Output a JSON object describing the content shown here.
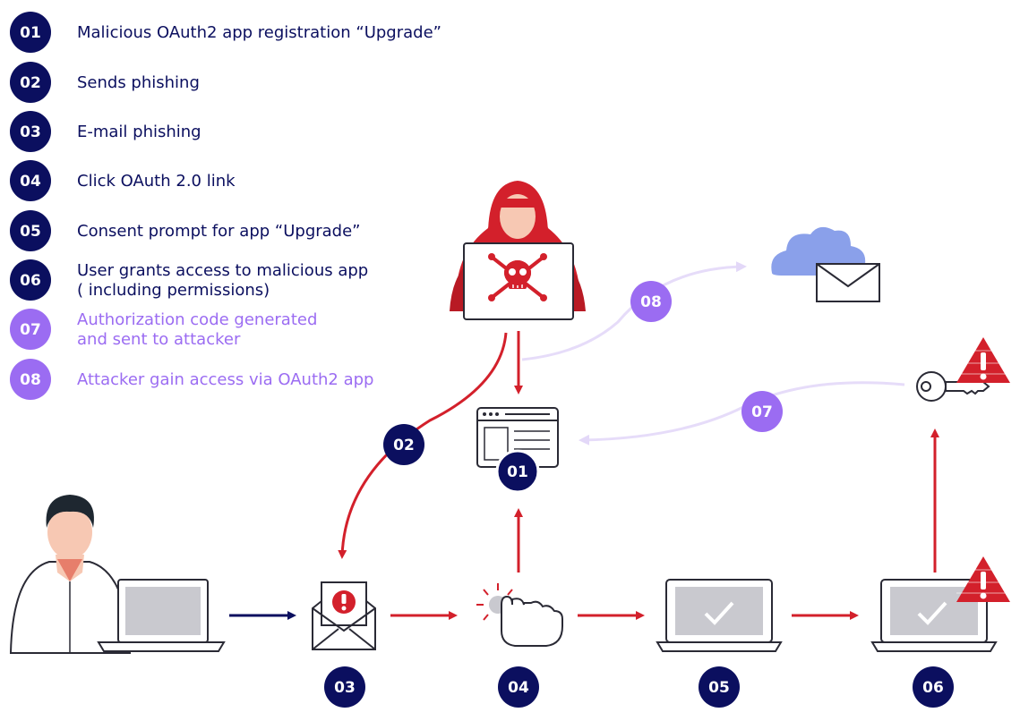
{
  "colors": {
    "navy": "#0b0f5f",
    "purple": "#9b6cf2",
    "purple_light": "#e6dcf9",
    "red": "#d3202b",
    "gray_screen": "#c9c9cf",
    "outline": "#2a2a35"
  },
  "legend": [
    {
      "num": "01",
      "lines": [
        "Malicious OAuth2 app registration “Upgrade”"
      ],
      "tone": "navy"
    },
    {
      "num": "02",
      "lines": [
        "Sends phishing"
      ],
      "tone": "navy"
    },
    {
      "num": "03",
      "lines": [
        "E-mail phishing"
      ],
      "tone": "navy"
    },
    {
      "num": "04",
      "lines": [
        "Click OAuth 2.0 link"
      ],
      "tone": "navy"
    },
    {
      "num": "05",
      "lines": [
        "Consent prompt for app “Upgrade”"
      ],
      "tone": "navy"
    },
    {
      "num": "06",
      "lines": [
        "User grants access to malicious app",
        "( including permissions)"
      ],
      "tone": "navy"
    },
    {
      "num": "07",
      "lines": [
        "Authorization code generated",
        "and sent to attacker"
      ],
      "tone": "purple"
    },
    {
      "num": "08",
      "lines": [
        "Attacker gain access via OAuth2 app"
      ],
      "tone": "purple"
    }
  ],
  "diagram_badges": {
    "app_window": "01",
    "phishing_arrow": "02",
    "email": "03",
    "click": "04",
    "consent": "05",
    "grant": "06",
    "auth_code": "07",
    "access": "08"
  },
  "icons": {
    "user": "user-icon",
    "user_laptop": "laptop-icon",
    "email": "envelope-alert-icon",
    "click": "hand-click-icon",
    "consent_laptop": "laptop-check-icon",
    "grant_laptop": "laptop-check-icon",
    "warning": "warning-triangle-icon",
    "key": "key-icon",
    "hacker": "hacker-icon",
    "skull": "skull-icon",
    "app_window": "browser-window-icon",
    "cloud_mail": "cloud-mail-icon"
  }
}
